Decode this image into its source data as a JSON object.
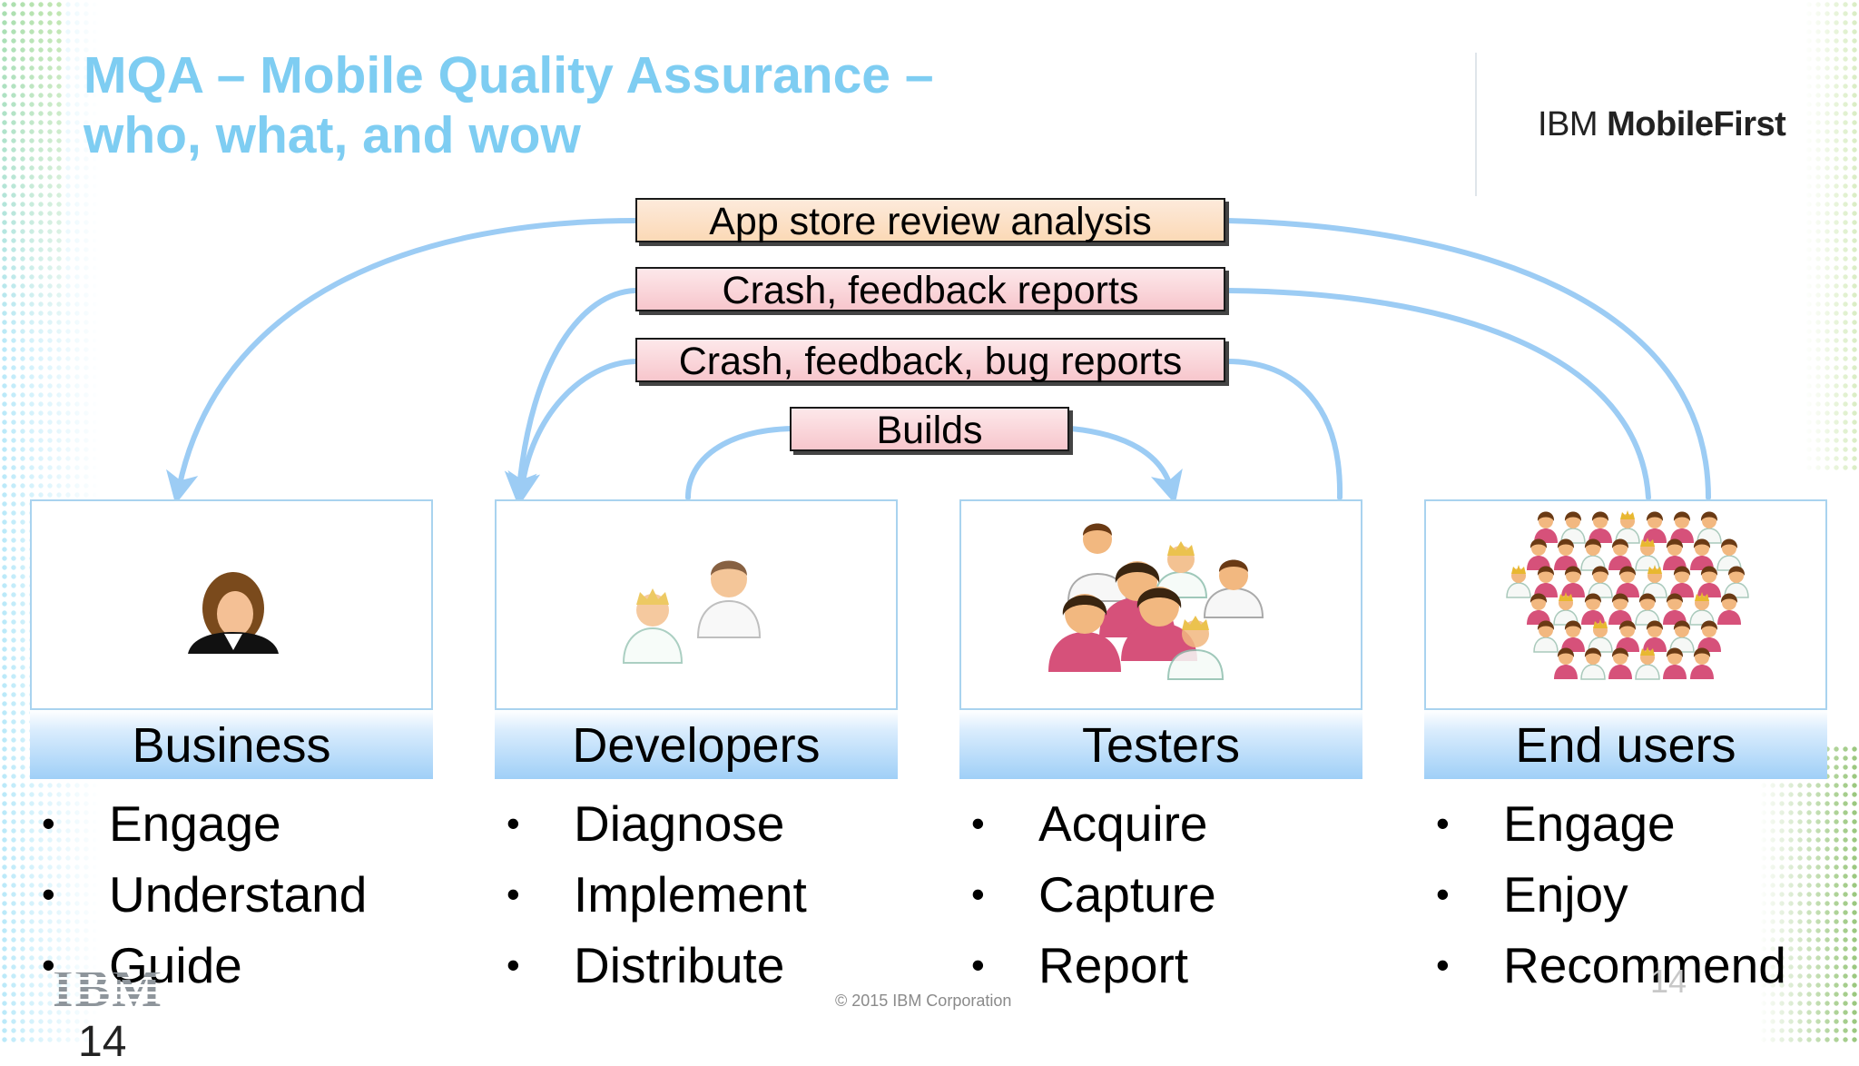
{
  "title": {
    "line1": "MQA – Mobile Quality Assurance –",
    "line2": "who, what, and wow"
  },
  "brand": {
    "prefix": "IBM",
    "name": "MobileFirst"
  },
  "flows": [
    {
      "label": "App store review analysis"
    },
    {
      "label": "Crash, feedback reports"
    },
    {
      "label": "Crash, feedback, bug reports"
    },
    {
      "label": "Builds"
    }
  ],
  "groups": [
    {
      "name": "Business",
      "icon": "businesswoman-icon",
      "bullets": [
        "Engage",
        "Understand",
        "Guide"
      ]
    },
    {
      "name": "Developers",
      "icon": "developers-icon",
      "bullets": [
        "Diagnose",
        "Implement",
        "Distribute"
      ]
    },
    {
      "name": "Testers",
      "icon": "testers-group-icon",
      "bullets": [
        "Acquire",
        "Capture",
        "Report"
      ]
    },
    {
      "name": "End users",
      "icon": "crowd-icon",
      "bullets": [
        "Engage",
        "Enjoy",
        "Recommend"
      ]
    }
  ],
  "footer": {
    "logo": "IBM",
    "copyright": "© 2015 IBM Corporation",
    "page_number": "14",
    "page_number_left": "14"
  },
  "colors": {
    "title": "#7ecdf2",
    "arrow": "#9cccf4",
    "panel_border": "#a9d3ef",
    "flow_orange": "#fbd9b6",
    "flow_pink": "#f7c6cc",
    "person_pink": "#d6517a",
    "person_skin": "#f2b880",
    "person_hair": "#6a3a14"
  }
}
